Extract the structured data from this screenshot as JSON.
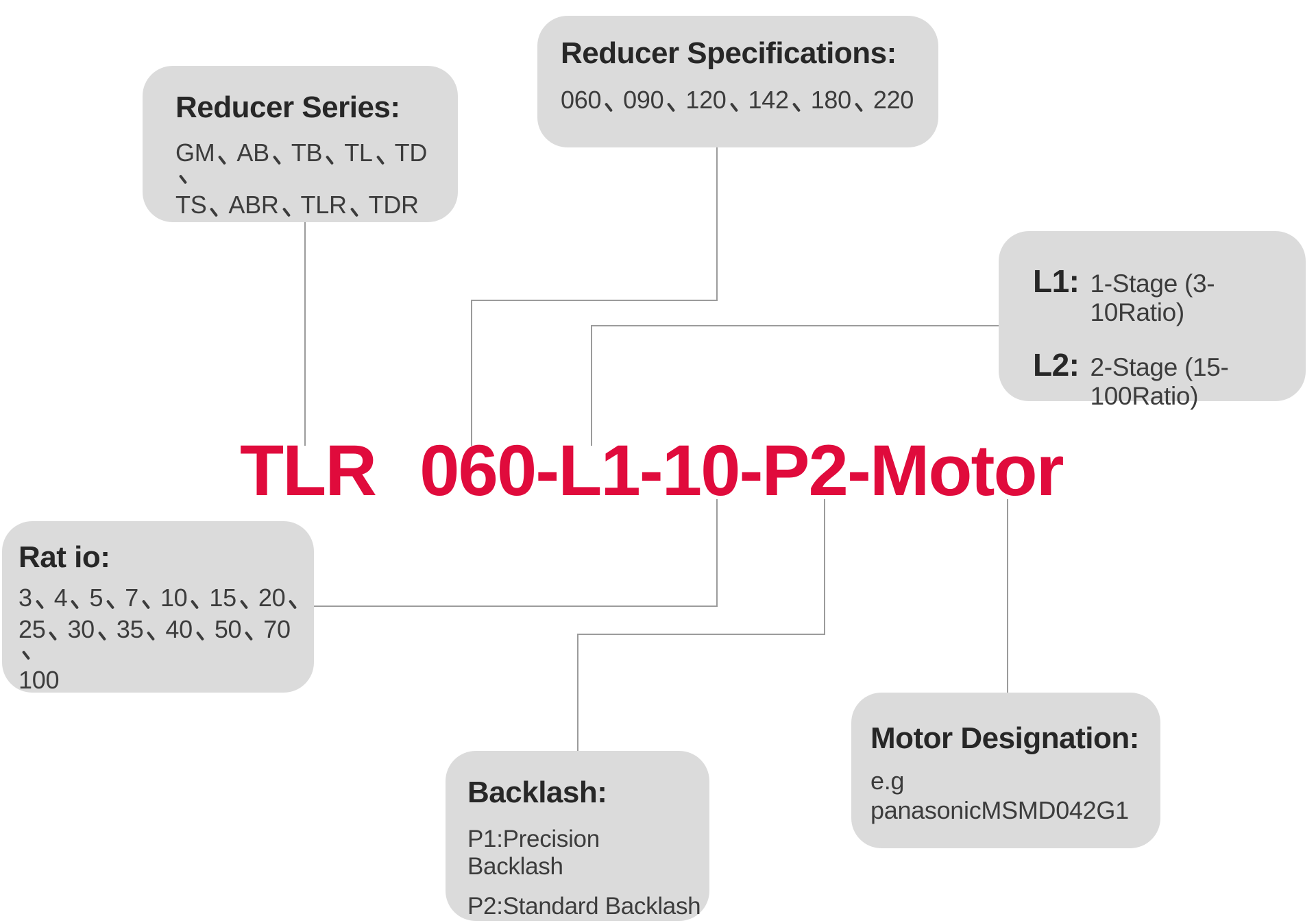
{
  "colors": {
    "accent": "#E00B3C",
    "box_bg": "#DBDBDB",
    "title_text": "#272727",
    "body_text": "#3C3C3C",
    "connector": "#9B9B9B",
    "background": "#FFFFFF"
  },
  "model_code": {
    "series": "TLR",
    "rest": "060-L1-10-P2-Motor",
    "full": "TLR 060-L1-10-P2-Motor"
  },
  "callouts": {
    "reducer_series": {
      "title": "Reducer Series:",
      "lines": [
        "GM、AB、TB、TL、TD、",
        "TS、ABR、TLR、TDR"
      ]
    },
    "reducer_specifications": {
      "title": "Reducer Specifications:",
      "lines": [
        "060、090、120、142、180、220"
      ]
    },
    "stages": {
      "items": [
        {
          "label": "L1:",
          "text": "1-Stage (3-10Ratio)"
        },
        {
          "label": "L2:",
          "text": "2-Stage (15-100Ratio)"
        }
      ]
    },
    "ratio": {
      "title": "Rat io:",
      "lines": [
        "3、4、5、7、10、15、20、",
        "25、30、35、40、50、70、",
        "100"
      ]
    },
    "backlash": {
      "title": "Backlash:",
      "lines": [
        "P1:Precision Backlash",
        "P2:Standard Backlash"
      ]
    },
    "motor_designation": {
      "title": "Motor Designation:",
      "lines": [
        "e.g",
        "panasonicMSMD042G1"
      ]
    }
  }
}
